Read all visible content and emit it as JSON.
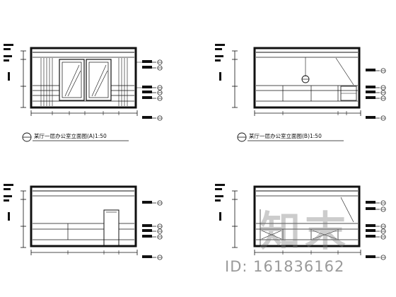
{
  "drawing": {
    "line_color": "#111111",
    "panels": [
      {
        "id": "top-left",
        "caption": "某厅一层办公室立面图(A)1:50"
      },
      {
        "id": "top-right",
        "caption": "某厅一层办公室立面图(B)1:50"
      },
      {
        "id": "bottom-left",
        "caption": ""
      },
      {
        "id": "bottom-right",
        "caption": ""
      }
    ]
  },
  "watermark": {
    "logo_text": "知末",
    "id_text": "ID: 161836162",
    "color": "#9a9a9a"
  }
}
